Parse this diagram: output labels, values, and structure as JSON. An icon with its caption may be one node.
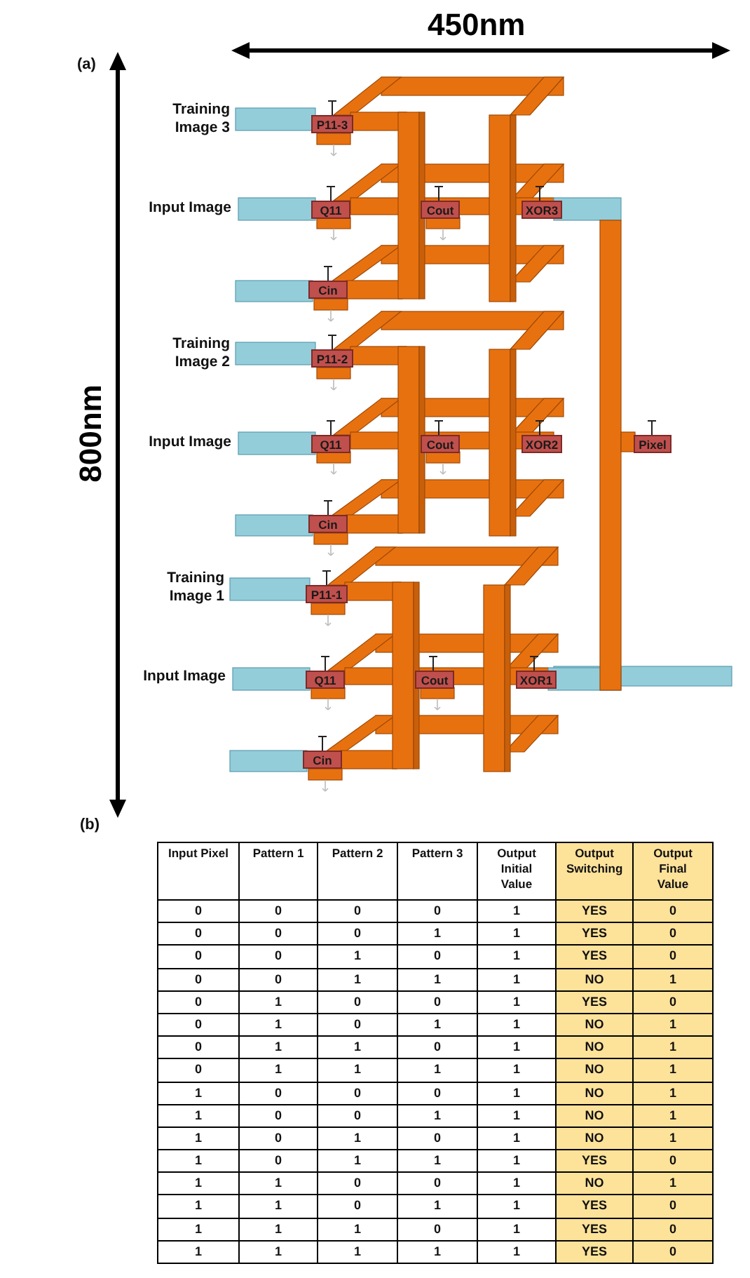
{
  "diagram": {
    "nodes": [
      {
        "text": [
          "P11-3"
        ]
      },
      {
        "text": [
          "Q11"
        ]
      },
      {
        "text": [
          "Cout"
        ]
      },
      {
        "text": [
          "XOR3"
        ]
      },
      {
        "text": [
          "Cin"
        ]
      },
      {
        "text": [
          "P11-2"
        ]
      },
      {
        "text": [
          "Q11"
        ]
      },
      {
        "text": [
          "Cout"
        ]
      },
      {
        "text": [
          "XOR2"
        ]
      },
      {
        "text": [
          "Pixel"
        ]
      },
      {
        "text": [
          "Cin"
        ]
      },
      {
        "text": [
          "P11-1"
        ]
      },
      {
        "text": [
          "Q11"
        ]
      },
      {
        "text": [
          "Cout"
        ]
      },
      {
        "text": [
          "XOR1"
        ]
      },
      {
        "text": [
          "Cin"
        ]
      }
    ],
    "labels": [
      "(a)",
      "450nm",
      "800nm",
      "Training Image 3",
      "Input Image",
      "Training Image 2",
      "Input Image",
      "Training Image 1",
      "Input Image",
      "(b)",
      "Input Pixel",
      "Pattern 1",
      "Pattern 2",
      "Pattern 3",
      "Output Initial Value",
      "Output Switching",
      "Output Final Value",
      "0",
      "0",
      "0",
      "0",
      "1",
      "YES",
      "0",
      "0",
      "0",
      "0",
      "1",
      "1",
      "YES",
      "0",
      "0",
      "0",
      "1",
      "0",
      "1",
      "YES",
      "0",
      "0",
      "0",
      "1",
      "1",
      "1",
      "NO",
      "1",
      "0",
      "1",
      "0",
      "0",
      "1",
      "YES",
      "0",
      "0",
      "1",
      "0",
      "1",
      "1",
      "NO",
      "1",
      "0",
      "1",
      "1",
      "0",
      "1",
      "NO",
      "1",
      "0",
      "1",
      "1",
      "1",
      "1",
      "NO",
      "1",
      "1",
      "0",
      "0",
      "0",
      "1",
      "NO",
      "1",
      "1",
      "0",
      "0",
      "1",
      "1",
      "NO",
      "1",
      "1",
      "0",
      "1",
      "0",
      "1",
      "NO",
      "1",
      "1",
      "0",
      "1",
      "1",
      "1",
      "YES",
      "0",
      "1",
      "1",
      "0",
      "0",
      "1",
      "NO",
      "1",
      "1",
      "1",
      "0",
      "1",
      "1",
      "YES",
      "0",
      "1",
      "1",
      "1",
      "0",
      "1",
      "YES",
      "0",
      "1",
      "1",
      "1",
      "1",
      "1",
      "YES",
      "0"
    ]
  }
}
